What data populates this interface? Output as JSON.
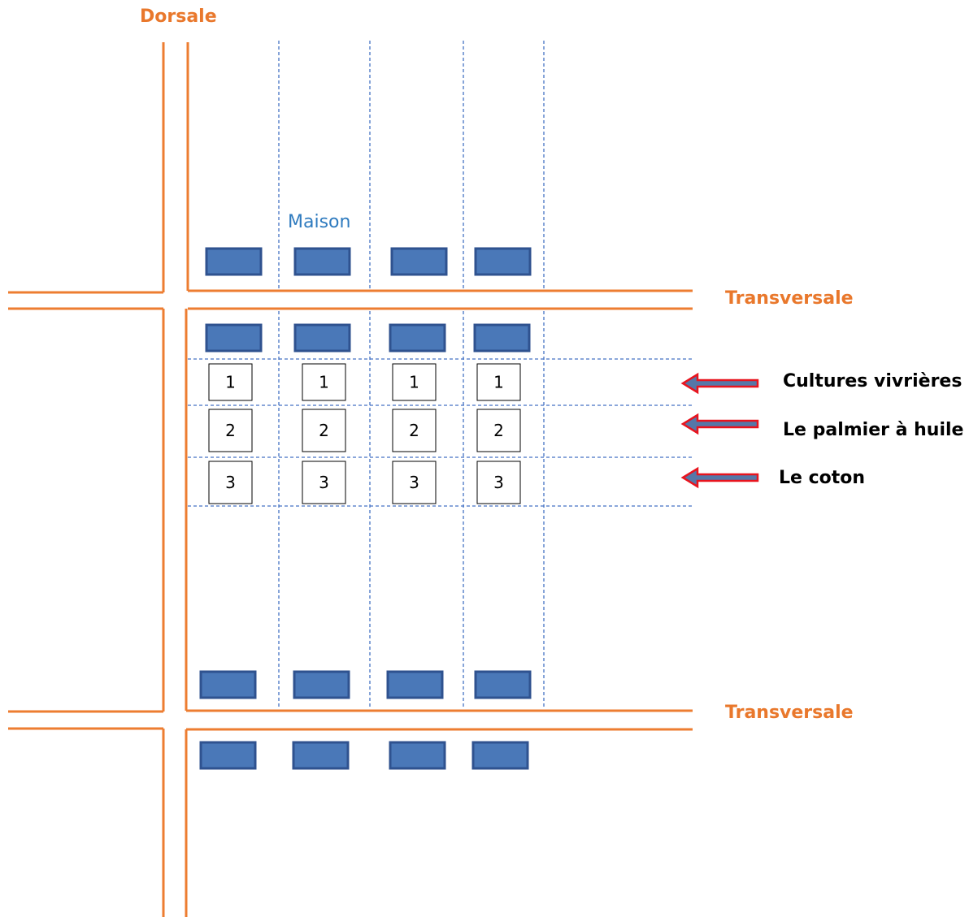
{
  "labels": {
    "dorsale": "Dorsale",
    "transversale_1": "Transversale",
    "transversale_2": "Transversale",
    "maison": "Maison"
  },
  "legend": [
    {
      "number": "1",
      "text": "Cultures vivrières"
    },
    {
      "number": "2",
      "text": "Le palmier à huile"
    },
    {
      "number": "3",
      "text": "Le coton"
    }
  ],
  "colors": {
    "road": "#ED7D31",
    "grid": "#4472C4",
    "house": "#4A78B8",
    "arrow_outline": "#E8141E",
    "arrow_fill": "#5577A8"
  },
  "icons": {
    "house": "house-rectangle-icon",
    "arrow": "left-arrow-icon"
  }
}
